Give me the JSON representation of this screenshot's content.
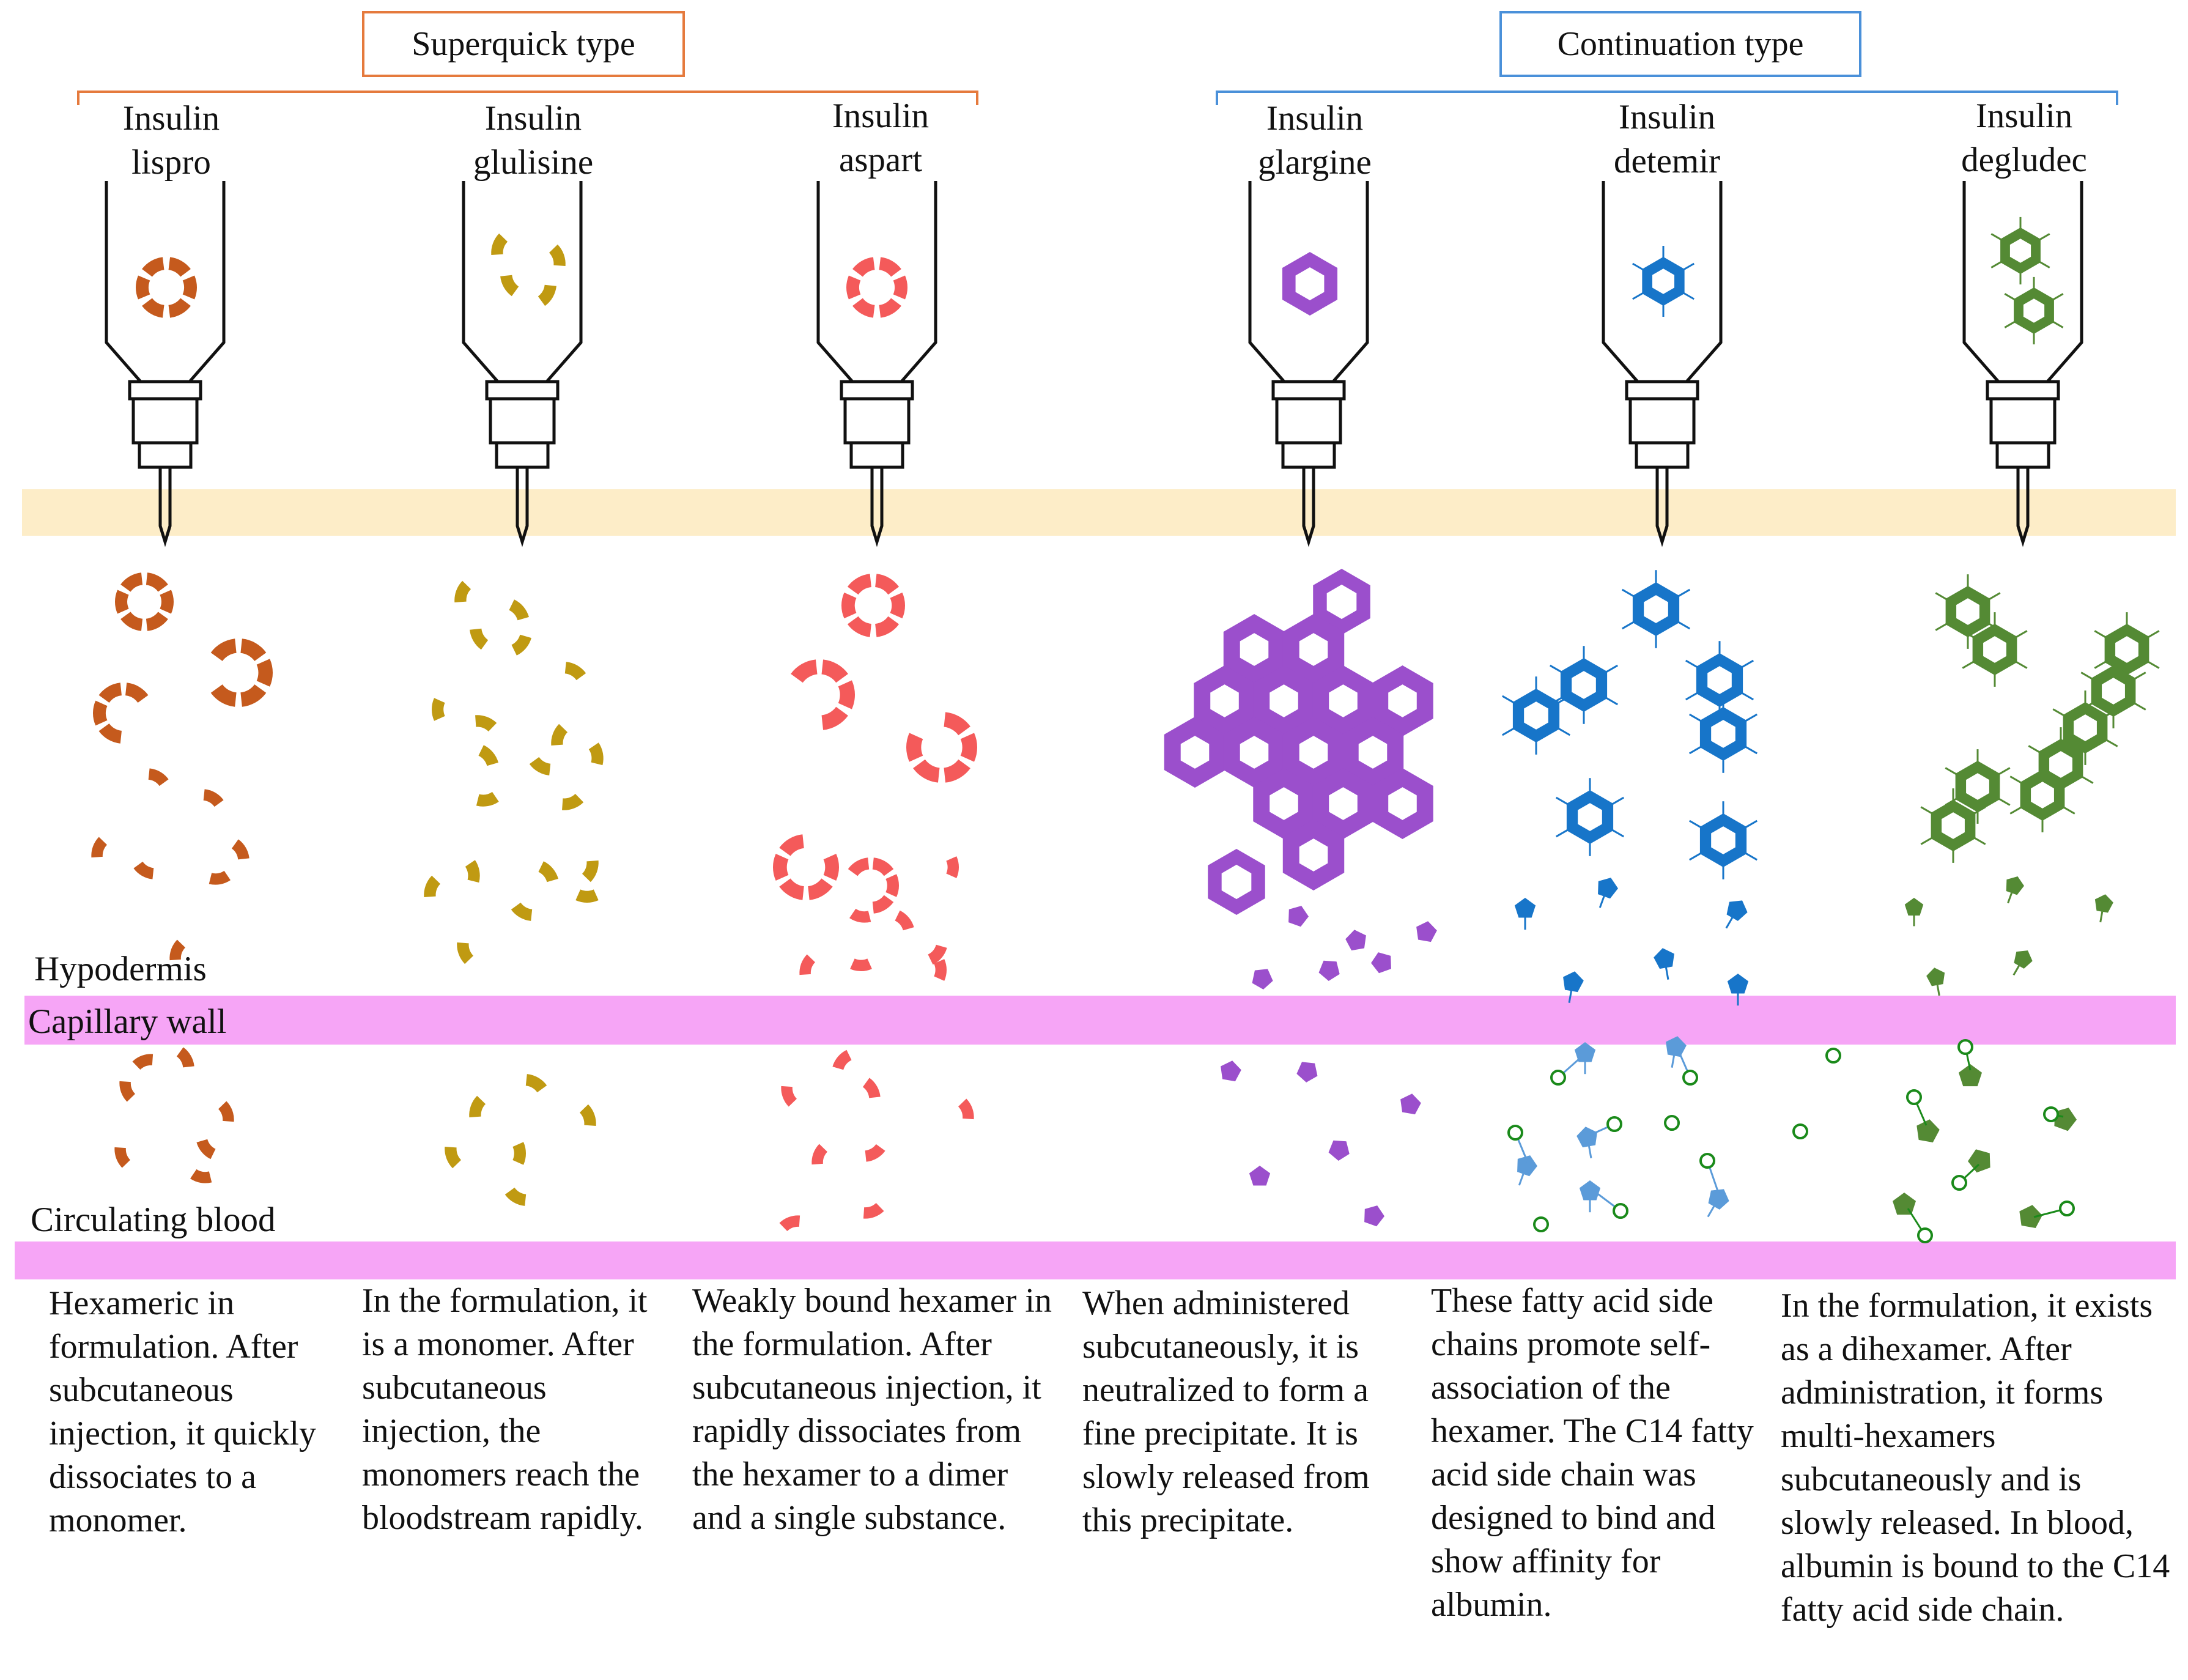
{
  "groups": [
    {
      "label": "Superquick type",
      "color": "#e57a3d"
    },
    {
      "label": "Continuation type",
      "color": "#4a90d9"
    }
  ],
  "pens": [
    {
      "line1": "Insulin",
      "line2": "lispro",
      "color": "#c55a1d"
    },
    {
      "line1": "Insulin",
      "line2": "glulisine",
      "color": "#c09a12"
    },
    {
      "line1": "Insulin",
      "line2": "aspart",
      "color": "#f45a5a"
    },
    {
      "line1": "Insulin",
      "line2": "glargine",
      "color": "#9b4fcc"
    },
    {
      "line1": "Insulin",
      "line2": "detemir",
      "color": "#1775c9"
    },
    {
      "line1": "Insulin",
      "line2": "degludec",
      "color": "#548a34"
    }
  ],
  "layers": {
    "hypodermis": "Hypodermis",
    "capillary_wall": "Capillary wall",
    "circulating_blood": "Circulating blood"
  },
  "colors": {
    "skin": "#fdedc8",
    "capillary": "#f6a5f6",
    "albumin": "#1a8a1a",
    "detemir_light": "#5b9bd9"
  },
  "descriptions": [
    "Hexameric in formulation. After subcutaneous injection, it quickly dissociates to a monomer.",
    "In the formulation, it is a monomer. After subcutaneous injection, the monomers reach the bloodstream rapidly.",
    "Weakly bound hexamer in the formulation. After subcutaneous injection, it rapidly dissociates from the hexamer to a dimer and a single substance.",
    "When administered subcutaneously, it is neutralized to form a fine precipitate. It is slowly released from this precipitate.",
    "These fatty acid side chains promote self-association of the hexamer. The C14 fatty acid side chain was designed to bind and show affinity for albumin.",
    "In the formulation, it exists as a dihexamer. After administration, it forms multi-hexamers subcutaneously and is slowly released. In blood, albumin is bound to the C14 fatty acid side chain."
  ]
}
